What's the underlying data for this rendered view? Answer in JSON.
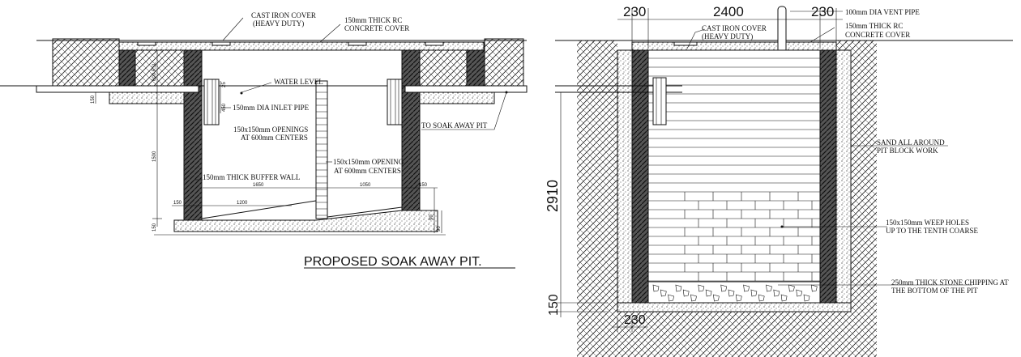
{
  "left_section": {
    "labels": {
      "cast_iron_cover": "CAST IRON COVER",
      "heavy_duty": "(HEAVY DUTY)",
      "rc_cover_1": "150mm THICK RC",
      "rc_cover_2": "CONCRETE COVER",
      "water_level": "WATER LEVEL",
      "inlet_pipe": "150mm DIA INLET PIPE",
      "openings_1": "150x150mm OPENINGS",
      "openings_2": "AT 600mm CENTERS",
      "buffer_wall": "150mm THICK BUFFER WALL",
      "opening_b_1": "150x150mm OPENING",
      "opening_b_2": "AT 600mm CENTERS",
      "to_soak_pit": "TO SOAK AWAY PIT"
    },
    "dims": {
      "d600": "600 RSL",
      "d25": "25",
      "d450": "450",
      "d150_left": "150",
      "d1500": "1500",
      "d1650": "1650",
      "d1050": "1050",
      "d150_right": "150",
      "d150_base": "150",
      "d1200": "1200",
      "d150_bottom": "150",
      "d90_a": "90",
      "d90_b": "90"
    },
    "title": "PROPOSED SOAK AWAY PIT."
  },
  "right_section": {
    "labels": {
      "cast_iron_cover": "CAST IRON COVER",
      "heavy_duty": "(HEAVY DUTY)",
      "vent_pipe": "100mm DIA VENT PIPE",
      "rc_cover_1": "150mm THICK RC",
      "rc_cover_2": "CONCRETE COVER",
      "sand_1": "SAND ALL AROUND",
      "sand_2": "PIT BLOCK WORK",
      "weep_1": "150x150mm WEEP HOLES",
      "weep_2": "UP TO THE TENTH COARSE",
      "chip_1": "250mm THICK STONE CHIPPING AT",
      "chip_2": "THE BOTTOM OF THE PIT"
    },
    "dims": {
      "d230_left": "230",
      "d2400": "2400",
      "d230_right": "230",
      "d2910": "2910",
      "d150": "150",
      "d230_bottom": "230"
    }
  }
}
